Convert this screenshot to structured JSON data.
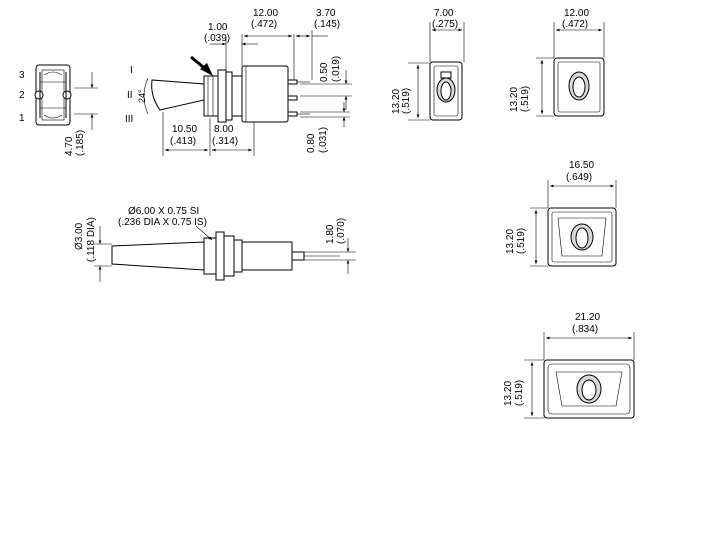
{
  "pins": {
    "p3": "3",
    "p2": "2",
    "p1": "1"
  },
  "positions": {
    "I": "I",
    "II": "II",
    "III": "III"
  },
  "angle": "24°",
  "dims": {
    "d_100": "1.00",
    "d_039": "(.039)",
    "d_1200a": "12.00",
    "d_472a": "(.472)",
    "d_370": "3.70",
    "d_145": "(.145)",
    "d_050": "0.50",
    "d_019": "(.019)",
    "d_080": "0.80",
    "d_031": "(.031)",
    "d_1050": "10.50",
    "d_413": "(.413)",
    "d_800": "8.00",
    "d_314": "(.314)",
    "d_470": "4.70",
    "d_185": "(.185)",
    "d_700": "7.00",
    "d_275": "(.275)",
    "d_1320a": "13.20",
    "d_519a": "(.519)",
    "d_1200b": "12.00",
    "d_472b": "(.472)",
    "d_1320b": "13.20",
    "d_519b": "(.519)",
    "d_1650": "16.50",
    "d_649": "(.649)",
    "d_1320c": "13.20",
    "d_519c": "(.519)",
    "d_2120": "21.20",
    "d_834": "(.834)",
    "d_1320d": "13.20",
    "d_519d": "(.519)",
    "d_300": "Ø3.00",
    "d_118": "(.118 DIA)",
    "d_600": "Ø6.00 X 0.75 SI",
    "d_236": "(.236 DIA X 0.75 IS)",
    "d_180": "1.80",
    "d_070": "(.070)"
  }
}
